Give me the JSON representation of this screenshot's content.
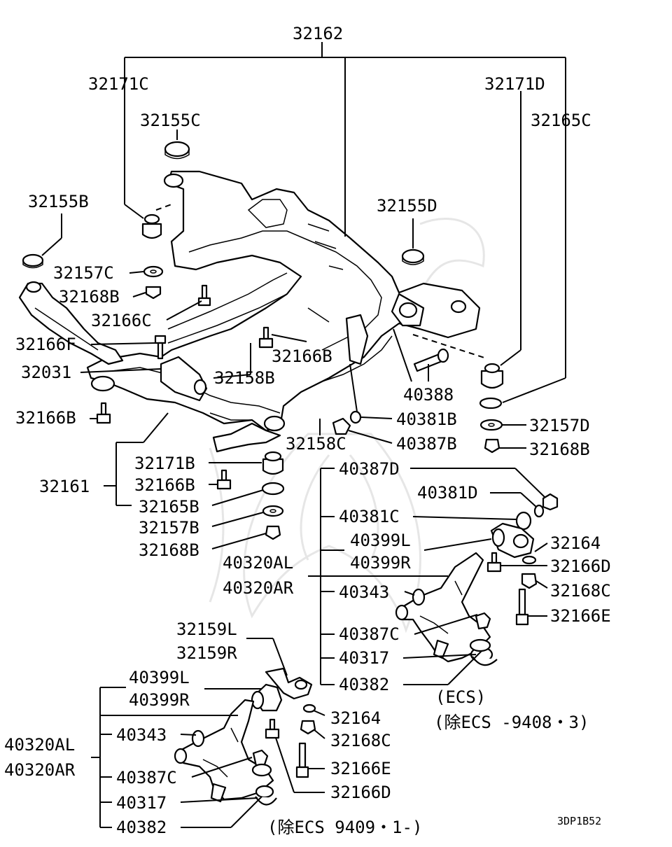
{
  "labels": {
    "l32162": "32162",
    "l32171C": "32171C",
    "l32171D": "32171D",
    "l32165C": "32165C",
    "l32155C": "32155C",
    "l32155B": "32155B",
    "l32155D": "32155D",
    "l32157C": "32157C",
    "l32168B_1": "32168B",
    "l32166C": "32166C",
    "l32166F": "32166F",
    "l32166B_1": "32166B",
    "l32031": "32031",
    "l32158B": "32158B",
    "l32166B_2": "32166B",
    "l40388": "40388",
    "l40381B": "40381B",
    "l32157D": "32157D",
    "l40387B": "40387B",
    "l32158C": "32158C",
    "l32168B_2": "32168B",
    "l32171B": "32171B",
    "l32161": "32161",
    "l32166B_3": "32166B",
    "l32165B": "32165B",
    "l32157B": "32157B",
    "l32168B_3": "32168B",
    "l40387D": "40387D",
    "l40381D": "40381D",
    "l40381C": "40381C",
    "l40399L_1": "40399L",
    "l40399R_1": "40399R",
    "l32164_1": "32164",
    "l32166D_1": "32166D",
    "l40320AL_1": "40320AL",
    "l40320AR_1": "40320AR",
    "l32168C_1": "32168C",
    "l40343_1": "40343",
    "l32166E_1": "32166E",
    "l40387C_1": "40387C",
    "l40317_1": "40317",
    "l40382_1": "40382",
    "l32159L": "32159L",
    "l32159R": "32159R",
    "l40399L_2": "40399L",
    "l40399R_2": "40399R",
    "l32164_2": "32164",
    "l40320AL_2": "40320AL",
    "l40320AR_2": "40320AR",
    "l40343_2": "40343",
    "l32168C_2": "32168C",
    "l32166E_2": "32166E",
    "l40387C_2": "40387C",
    "l32166D_2": "32166D",
    "l40317_2": "40317",
    "l40382_2": "40382",
    "ecs": "(ECS)",
    "ecs_note_1": "(除ECS  -9408・3)",
    "ecs_note_2": "(除ECS  9409・1-)",
    "diagram_code": "3DP1B52"
  },
  "colors": {
    "ink": "#000000",
    "paper": "#ffffff",
    "watermark": "#e6e6e6"
  }
}
